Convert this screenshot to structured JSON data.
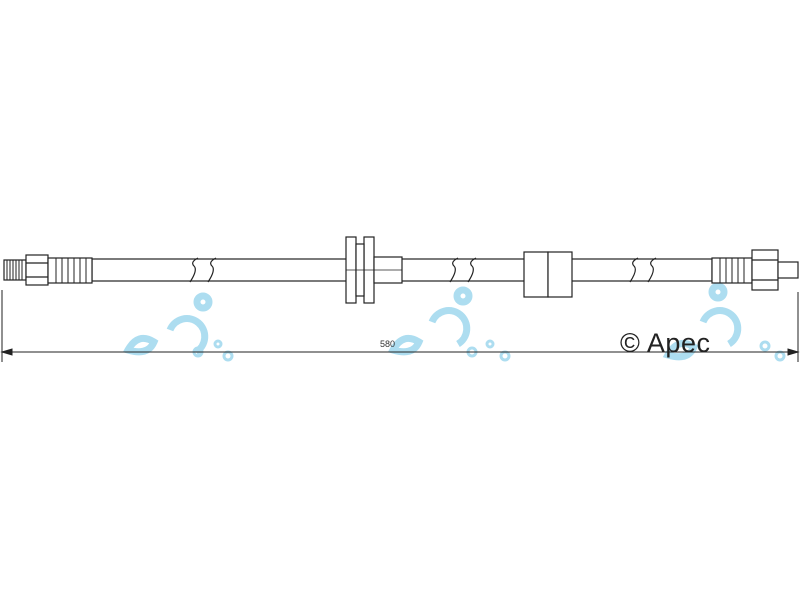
{
  "drawing": {
    "dimension_label": "580",
    "brand_name": "Apec",
    "copyright_symbol": "©",
    "watermark_text": "ec",
    "colors": {
      "line": "#222222",
      "hose_fill": "#ffffff",
      "watermark": "#8fd3ec"
    }
  }
}
